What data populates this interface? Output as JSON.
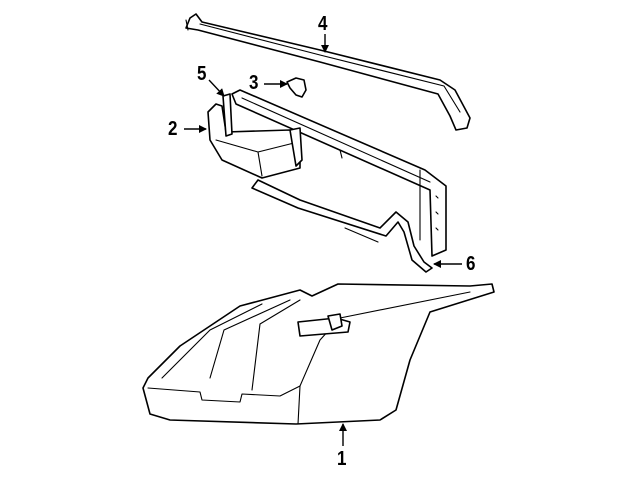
{
  "diagram": {
    "type": "exploded parts diagram",
    "callouts": [
      {
        "id": "1",
        "label": "1",
        "part": "trunk lid / deck lid panel"
      },
      {
        "id": "2",
        "label": "2",
        "part": "hinge"
      },
      {
        "id": "3",
        "label": "3",
        "part": "bumper / stop"
      },
      {
        "id": "4",
        "label": "4",
        "part": "weatherstrip seal"
      },
      {
        "id": "5",
        "label": "5",
        "part": "hinge bracket"
      },
      {
        "id": "6",
        "label": "6",
        "part": "torsion bar / lid frame"
      }
    ],
    "colors": {
      "line": "#000000",
      "background": "#ffffff"
    }
  }
}
